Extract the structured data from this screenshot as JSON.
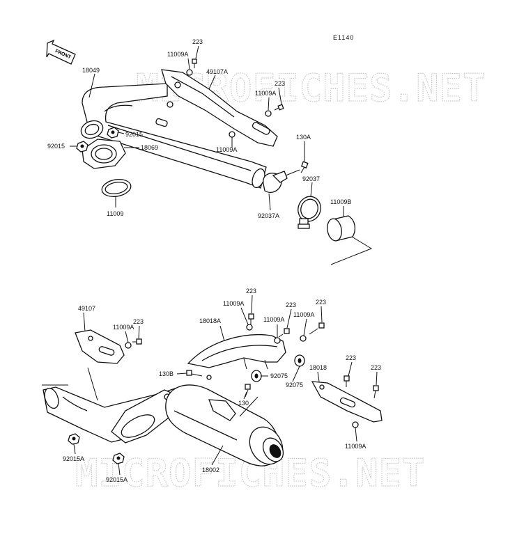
{
  "diagram": {
    "code": "E1140",
    "front_label": "FRONT",
    "watermark": "MICROFICHES.NET",
    "parts": [
      {
        "id": "p223a",
        "num": "223"
      },
      {
        "id": "p11009Aa",
        "num": "11009A"
      },
      {
        "id": "p49107A",
        "num": "49107A"
      },
      {
        "id": "p18049",
        "num": "18049"
      },
      {
        "id": "p223b",
        "num": "223"
      },
      {
        "id": "p11009Ab",
        "num": "11009A"
      },
      {
        "id": "p92015a",
        "num": "92015"
      },
      {
        "id": "p92015b",
        "num": "92015"
      },
      {
        "id": "p18069",
        "num": "18069"
      },
      {
        "id": "p11009Ac",
        "num": "11009A"
      },
      {
        "id": "p130A",
        "num": "130A"
      },
      {
        "id": "p92037",
        "num": "92037"
      },
      {
        "id": "p11009",
        "num": "11009"
      },
      {
        "id": "p92037A",
        "num": "92037A"
      },
      {
        "id": "p11009B",
        "num": "11009B"
      },
      {
        "id": "p223c",
        "num": "223"
      },
      {
        "id": "p11009Ad",
        "num": "11009A"
      },
      {
        "id": "p223d",
        "num": "223"
      },
      {
        "id": "p223e",
        "num": "223"
      },
      {
        "id": "p49107",
        "num": "49107"
      },
      {
        "id": "p18018A",
        "num": "18018A"
      },
      {
        "id": "p11009Ae",
        "num": "11009A"
      },
      {
        "id": "p11009Af",
        "num": "11009A"
      },
      {
        "id": "p11009Ag",
        "num": "11009A"
      },
      {
        "id": "p223f",
        "num": "223"
      },
      {
        "id": "p18018",
        "num": "18018"
      },
      {
        "id": "p223g",
        "num": "223"
      },
      {
        "id": "p223h",
        "num": "223"
      },
      {
        "id": "p130B",
        "num": "130B"
      },
      {
        "id": "p92075a",
        "num": "92075"
      },
      {
        "id": "p92075b",
        "num": "92075"
      },
      {
        "id": "p130",
        "num": "130"
      },
      {
        "id": "p11009Ah",
        "num": "11009A"
      },
      {
        "id": "p92015Aa",
        "num": "92015A"
      },
      {
        "id": "p18002",
        "num": "18002"
      },
      {
        "id": "p92015Ab",
        "num": "92015A"
      }
    ]
  }
}
